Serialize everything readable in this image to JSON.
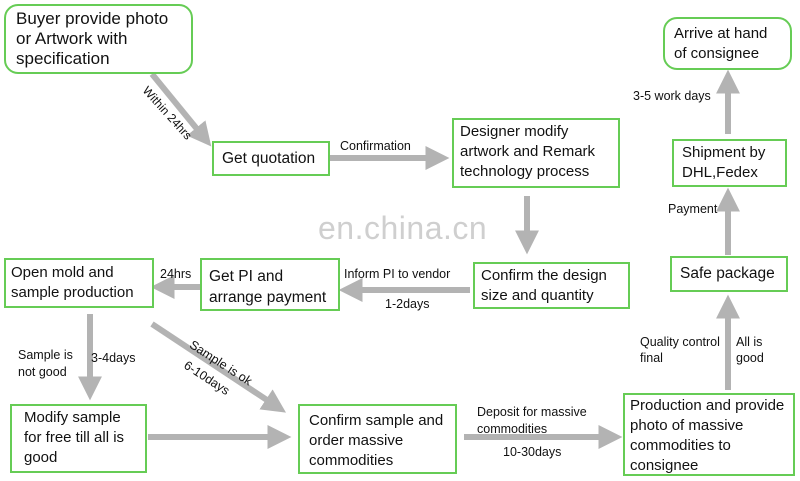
{
  "nodes": {
    "buyer": "Buyer  provide photo or Artwork with specification",
    "quotation": "Get quotation",
    "designer": "Designer modify artwork and Remark technology process",
    "confirm_design": "Confirm the design size and quantity",
    "get_pi": "Get PI and arrange payment",
    "open_mold": "Open mold and sample production",
    "modify_sample": "Modify sample for free till all is good",
    "confirm_sample": "Confirm sample and order massive commodities",
    "production": "Production and provide photo of massive commodities to consignee",
    "safe_package": "Safe package",
    "shipment": "Shipment by DHL,Fedex",
    "arrive": "Arrive at hand of consignee"
  },
  "labels": {
    "within_24hrs": "Within 24hrs",
    "confirmation": "Confirmation",
    "inform_pi": "Inform PI to vendor",
    "days_1_2": "1-2days",
    "hrs_24": "24hrs",
    "sample_not_good": "Sample is not good",
    "days_3_4": "3-4days",
    "sample_ok": "Sample is ok",
    "days_6_10": "6-10days",
    "deposit": "Deposit for massive commodities",
    "days_10_30": "10-30days",
    "quality_control": "Quality control final",
    "all_good": "All is good",
    "payment": "Payment",
    "days_3_5": "3-5 work days"
  },
  "watermark": "en.china.cn",
  "colors": {
    "border": "#66cc55",
    "arrow": "#b3b3b3"
  }
}
